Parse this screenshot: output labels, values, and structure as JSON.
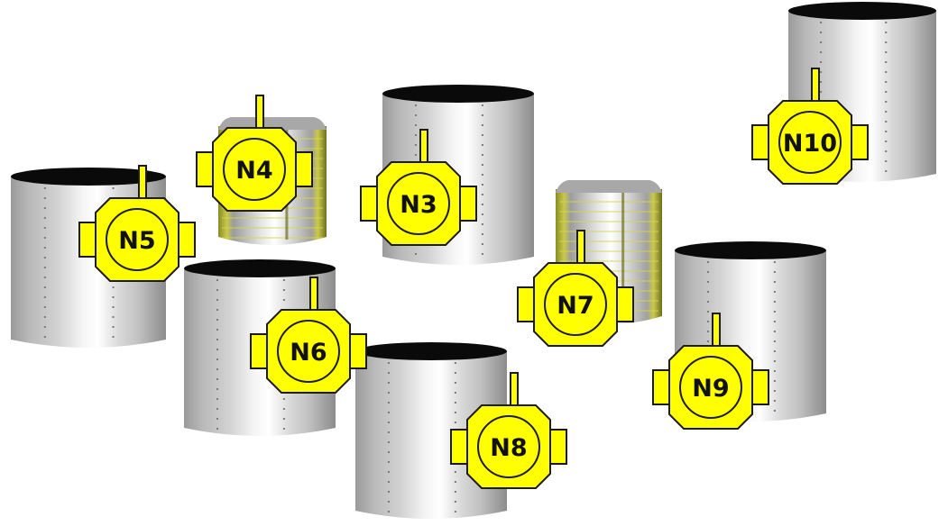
{
  "colors": {
    "background": "#ffffff",
    "tank_metal": "#c4c4c4",
    "tank_highlight": "#ffffff",
    "tank_shadow": "#8a8a8a",
    "tank_top": "#0a0a0a",
    "insulated_band": "#d6d64a",
    "insulated_dark": "#6e6e1e",
    "valve_fill": "#ffff00",
    "valve_stroke": "#1a1a1a",
    "label_text": "#111111"
  },
  "tanks": [
    {
      "id": "T10",
      "style": "plain"
    },
    {
      "id": "T4",
      "style": "insulated"
    },
    {
      "id": "T3",
      "style": "plain"
    },
    {
      "id": "T5",
      "style": "plain"
    },
    {
      "id": "T7",
      "style": "insulated"
    },
    {
      "id": "T9",
      "style": "plain"
    },
    {
      "id": "T6",
      "style": "plain"
    },
    {
      "id": "T8",
      "style": "plain"
    }
  ],
  "valves": [
    {
      "label": "N10",
      "icon": "valve-icon"
    },
    {
      "label": "N4",
      "icon": "valve-icon"
    },
    {
      "label": "N3",
      "icon": "valve-icon"
    },
    {
      "label": "N5",
      "icon": "valve-icon"
    },
    {
      "label": "N7",
      "icon": "valve-icon"
    },
    {
      "label": "N9",
      "icon": "valve-icon"
    },
    {
      "label": "N6",
      "icon": "valve-icon"
    },
    {
      "label": "N8",
      "icon": "valve-icon"
    }
  ]
}
